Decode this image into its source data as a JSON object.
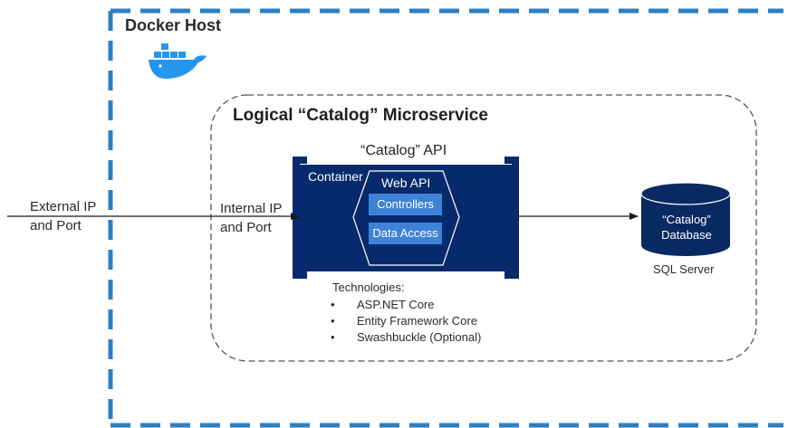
{
  "host": {
    "label": "Docker Host",
    "icon": "docker-whale-icon"
  },
  "microservice": {
    "title": "Logical “Catalog” Microservice"
  },
  "api": {
    "title": "“Catalog” API",
    "container_label": "Container",
    "web_api_label": "Web API",
    "layers": [
      "Controllers",
      "Data Access"
    ]
  },
  "ports": {
    "external": [
      "External IP",
      "and Port"
    ],
    "internal": [
      "Internal IP",
      "and Port"
    ]
  },
  "database": {
    "name_lines": [
      "“Catalog”",
      "Database"
    ],
    "server": "SQL Server"
  },
  "technologies": {
    "heading": "Technologies:",
    "items": [
      "ASP.NET Core",
      "Entity Framework Core",
      "Swashbuckle (Optional)"
    ]
  },
  "colors": {
    "host_border": "#2e7fc2",
    "container_fill": "#062a6b",
    "layer_fill": "#3f83d6",
    "db_fill": "#082a63",
    "whale": "#2496ed"
  }
}
